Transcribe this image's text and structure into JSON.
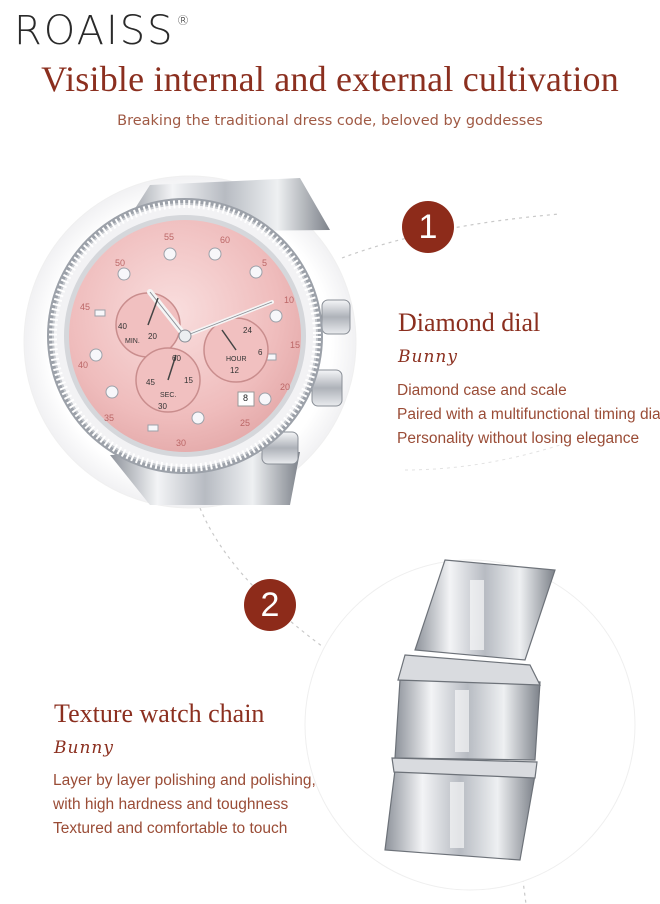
{
  "brand": {
    "name": "ROAISS",
    "mark": "®"
  },
  "header": {
    "title": "Visible internal and external cultivation",
    "subtitle": "Breaking the traditional dress code, beloved by goddesses"
  },
  "features": [
    {
      "number": "1",
      "title": "Diamond dial",
      "script": "Bunny",
      "lines": [
        "Diamond case and scale",
        "Paired with a multifunctional timing dial",
        "Personality without losing elegance"
      ]
    },
    {
      "number": "2",
      "title": "Texture watch chain",
      "script": "Bunny",
      "lines": [
        "Layer by layer polishing and polishing,",
        "with high hardness and toughness",
        "Textured and comfortable to touch"
      ]
    }
  ],
  "dial": {
    "numbers": [
      "55",
      "60",
      "5",
      "10",
      "15",
      "20",
      "25",
      "30",
      "35",
      "40",
      "45",
      "50"
    ],
    "sub_labels": {
      "left": "MIN.",
      "right": "HOUR",
      "bottom": "SEC."
    },
    "sub_left_numbers": [
      "40",
      "20"
    ],
    "sub_right_numbers": [
      "24",
      "6",
      "12"
    ],
    "sub_bottom_numbers": [
      "60",
      "15",
      "30",
      "45"
    ],
    "date": "8",
    "colors": {
      "dial": "#f3c8c8",
      "bezel": "#e6e6ea",
      "steel": "#c9ccd2",
      "accent": "#8d2b1a"
    }
  }
}
